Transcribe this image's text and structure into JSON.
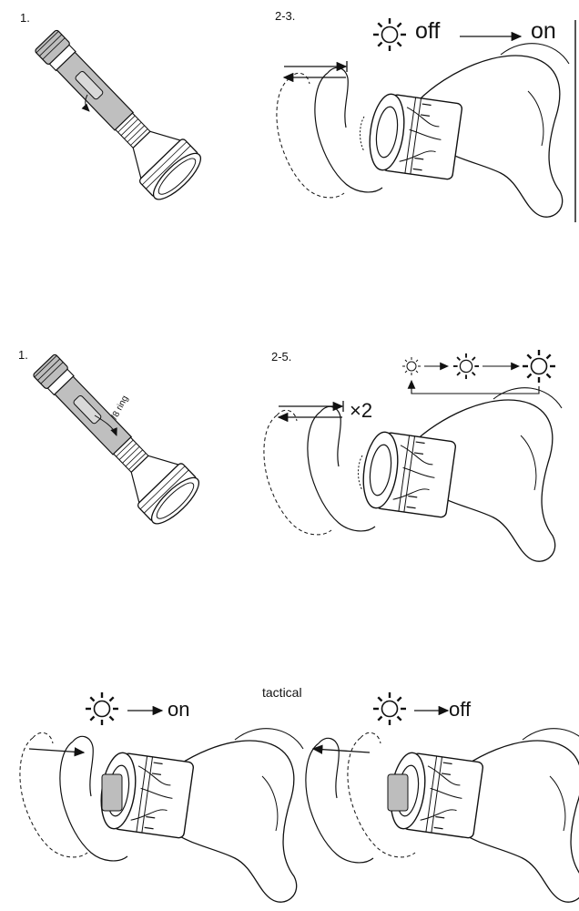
{
  "panel1": {
    "step": "1.",
    "ring_label": ""
  },
  "panel2": {
    "step": "2-3.",
    "off_label": "off",
    "on_label": "on"
  },
  "panel3": {
    "step": "1.",
    "ring_label": "1/8 ring"
  },
  "panel4": {
    "step": "2-5.",
    "repeat_label": "×2"
  },
  "panel5": {
    "title": "tactical",
    "left_label": "on",
    "right_label": "off"
  },
  "icons": [
    "sun-icon",
    "arrow-icon",
    "flashlight-icon",
    "hand-icon"
  ]
}
